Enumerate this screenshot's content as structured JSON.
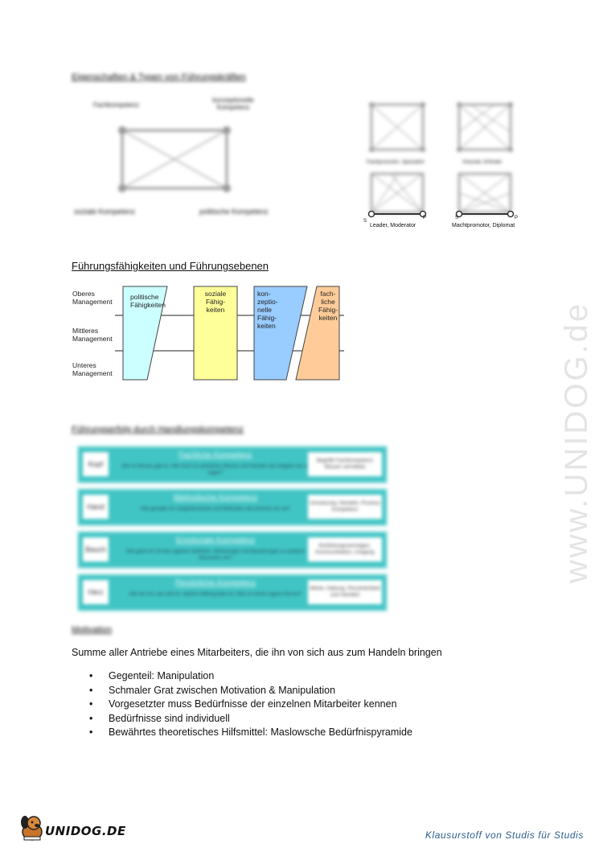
{
  "section1": {
    "title": "Eigenschaften & Typen von Führungskräften",
    "labels": {
      "top_left": "Fachkompetenz",
      "top_right": "konzeptionelle Kompetenz",
      "bottom_left": "soziale Kompetenz",
      "bottom_right": "politische Kompetenz"
    },
    "mini_diagrams": [
      {
        "caption": "Fachpromotor, Spezialist"
      },
      {
        "caption": "Visionär, Erfinder"
      },
      {
        "caption": "Leader, Moderator",
        "corner_left": "S",
        "corner_right": "P"
      },
      {
        "caption": "Machtpromotor, Diplomat",
        "corner_left": "S",
        "corner_right": "P"
      }
    ]
  },
  "section2": {
    "title": "Führungsfähigkeiten und Führungsebenen",
    "levels": [
      "Oberes Management",
      "Mittleres Management",
      "Unteres Management"
    ],
    "skills": [
      {
        "label": "politische Fähigkeiten",
        "color": "#ccffff"
      },
      {
        "label": "soziale Fähig- keiten",
        "color": "#ffff99"
      },
      {
        "label": "kon- zeptio- nelle Fähig- keiten",
        "color": "#99ccff"
      },
      {
        "label": "fach- liche Fähig- keiten",
        "color": "#ffcc99"
      }
    ]
  },
  "section3": {
    "title": "Führungserfolg durch Handlungskompetenz",
    "rows": [
      {
        "left": "Kopf",
        "heading": "Fachliche Kompetenz",
        "desc": "Wie ist Wissen gibt es, Wie hoch ist sachliches Wissen und Handeln die Aufgabe wie zu sagen?",
        "right": "Begriffe Fachkompetenz Wissen vermitteln"
      },
      {
        "left": "Hand",
        "heading": "Methodische Kompetenz",
        "desc": "Wie gestalte ich Vorgehensweise und Methoden wie kommen wir sie?",
        "right": "Umsetzung, Handeln, Prozess Kompetenz"
      },
      {
        "left": "Bauch",
        "heading": "Emotionale Kompetenz",
        "desc": "Wie gehe ich mit den eigenen Gefühlen, Stimmungen und Beziehungen zu anderen Menschen um?",
        "right": "Einfühlungsvermögen, Kommunikation, Umgang"
      },
      {
        "left": "Herz",
        "heading": "Persönliche Kompetenz",
        "desc": "Wer bin ich, was will ich, welche Haltung lebe ich, Was ist meine eigene Person?",
        "right": "Werte, Haltung, Persönlichkeit und Handeln"
      }
    ]
  },
  "section4": {
    "title": "Motivation",
    "definition": "Summe aller Antriebe eines Mitarbeiters, die ihn von sich aus zum Handeln bringen",
    "bullet_glyph": "•",
    "bullets": [
      "Gegenteil: Manipulation",
      "Schmaler Grat zwischen Motivation & Manipulation",
      "Vorgesetzter muss Bedürfnisse der einzelnen Mitarbeiter kennen",
      "Bedürfnisse sind individuell",
      "Bewährtes theoretisches Hilfsmittel: Maslowsche Bedürfnispyramide"
    ]
  },
  "footer": {
    "logo_text": "UNIDOG.DE",
    "tagline": "Klausurstoff von Studis für Studis"
  },
  "watermark": "www.UNIDOG.de",
  "colors": {
    "panel_teal": "#41c4c4",
    "tagline_blue": "#2f5f8f"
  }
}
